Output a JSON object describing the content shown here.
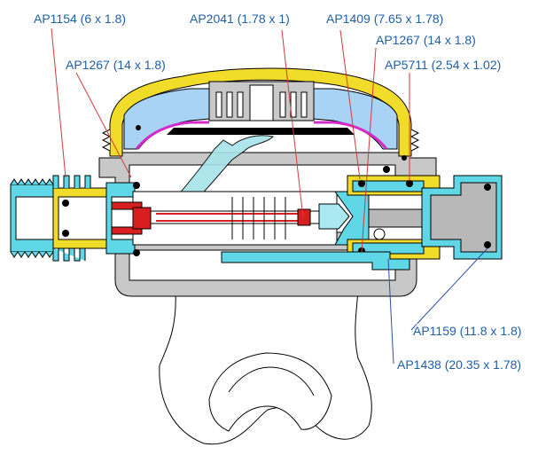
{
  "labels": {
    "ap1154": "AP1154 (6 x 1.8)",
    "ap2041": "AP2041 (1.78 x 1)",
    "ap1409": "AP1409 (7.65 x 1.78)",
    "ap1267_right": "AP1267 (14 x 1.8)",
    "ap1267_left": "AP1267 (14 x 1.8)",
    "ap5711": "AP5711 (2.54 x 1.02)",
    "ap1159": "AP1159 (11.8 x 1.8)",
    "ap1438": "AP1438 (20.35 x 1.78)"
  },
  "colors": {
    "housing": "#c8c8c8",
    "brass": "#f2dc2a",
    "fitting": "#5fd7e6",
    "diaphragm": "#a9d3f5",
    "poppet": "#d81e1e",
    "magenta": "#d42ac8",
    "mouthpiece": "#ffffff",
    "hose_fitting": "#b8b8b8"
  }
}
